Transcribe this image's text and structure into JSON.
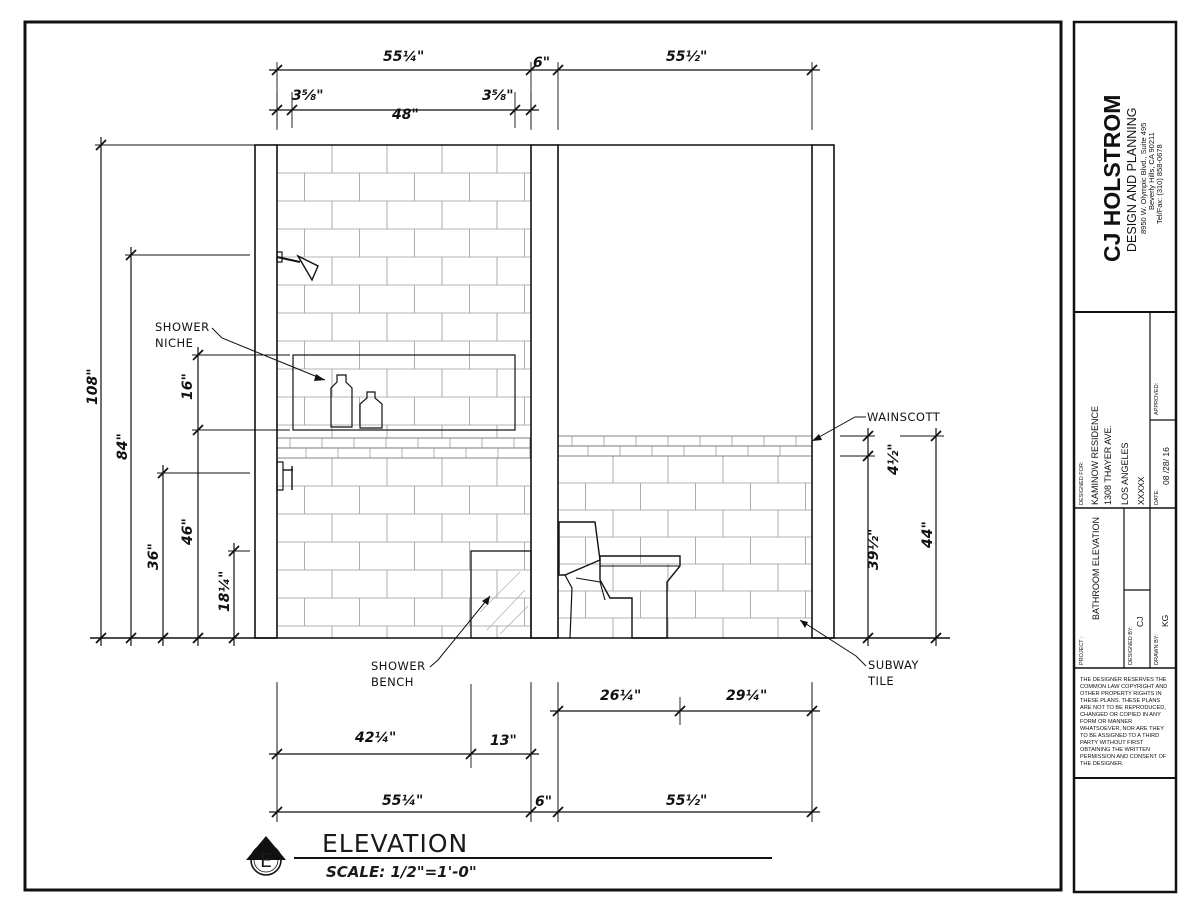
{
  "dimensions": {
    "top_left_overall": "55¼\"",
    "top_wall": "6\"",
    "top_right_overall": "55½\"",
    "top_inset_left": "3⅝\"",
    "top_inner": "48\"",
    "top_inset_right": "3⅝\"",
    "height_overall": "108\"",
    "height_shower_head": "84\"",
    "height_niche": "16\"",
    "height_valve": "36\"",
    "height_niche_base": "46\"",
    "height_bench": "18¼\"",
    "wainscot_cap": "4½\"",
    "wainscot_tile": "39½\"",
    "wainscot_total": "44\"",
    "bottom_toilet_left": "26¼\"",
    "bottom_toilet_right": "29¼\"",
    "bottom_bench_left": "42¼\"",
    "bottom_bench": "13\"",
    "bottom_left_overall": "55¼\"",
    "bottom_wall": "6\"",
    "bottom_right_overall": "55½\""
  },
  "notes": {
    "shower_niche_l1": "SHOWER",
    "shower_niche_l2": "NICHE",
    "wainscott": "WAINSCOTT",
    "shower_bench_l1": "SHOWER",
    "shower_bench_l2": "BENCH",
    "subway_tile_l1": "SUBWAY",
    "subway_tile_l2": "TILE"
  },
  "title": {
    "marker": "E",
    "label": "ELEVATION",
    "scale": "SCALE: 1/2\"=1'-0\""
  },
  "title_block": {
    "firm_name": "CJ HOLSTROM",
    "firm_sub": "DESIGN AND PLANNING",
    "address_1": "8950 W. Olympic Blvd., Suite 495",
    "address_2": "Beverly Hills, CA 90211",
    "phone": "Tel/Fax: (310) 858-0678",
    "designed_for_label": "DESIGNED FOR:",
    "client": "KAMINOW RESIDENCE",
    "street": "1308 THAYER AVE.",
    "city": "LOS ANGELES",
    "extra": "XXXXX",
    "approved_label": "APPROVED:",
    "date_label": "DATE:",
    "date": "08 /28/ 16",
    "project_label": "PROJECT :",
    "project": "BATHROOM ELEVATION",
    "designed_by_label": "DESIGNED BY:",
    "designed_by": "CJ",
    "drawn_by_label": "DRAWN BY:",
    "drawn_by": "KG",
    "disclaimer": [
      "THE DESIGNER RESERVES THE",
      "COMMON LAW COPYRIGHT AND",
      "OTHER PROPERTY RIGHTS IN",
      "THESE PLANS. THESE PLANS",
      "ARE NOT TO BE REPRODUCED,",
      "CHANGED OR COPIED IN ANY",
      "FORM OR MANNER",
      "WHATSOEVER, NOR ARE THEY",
      "TO BE ASSIGNED TO A THIRD",
      "PARTY WITHOUT FIRST",
      "OBTAINING THE WRITTEN",
      "PERMISSION AND CONSENT OF",
      "THE DESIGNER."
    ]
  }
}
